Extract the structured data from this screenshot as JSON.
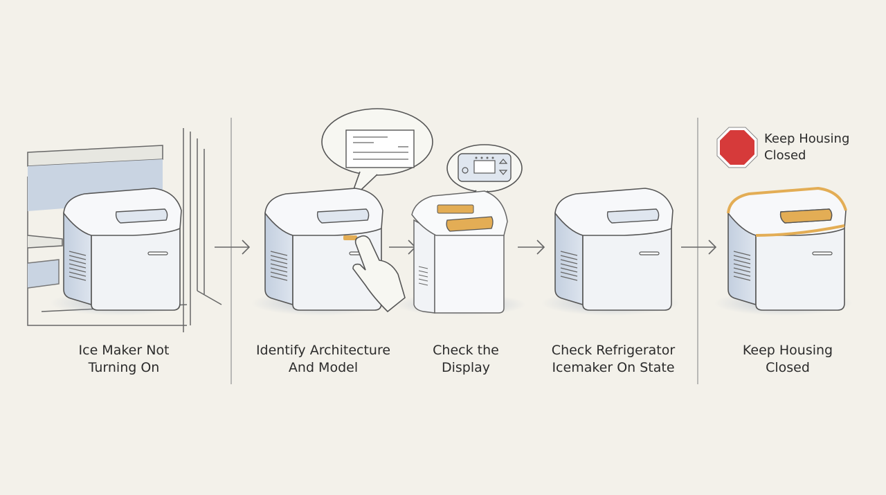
{
  "steps": [
    {
      "line1": "Ice Maker Not",
      "line2": "Turning On"
    },
    {
      "line1": "Identify Architecture",
      "line2": "And Model"
    },
    {
      "line1": "Check the",
      "line2": "Display"
    },
    {
      "line1": "Check Refrigerator",
      "line2": "Icemaker On State"
    },
    {
      "line1": "Keep Housing",
      "line2": "Closed"
    }
  ],
  "stop_sign": {
    "line1": "Keep Housing",
    "line2": "Closed",
    "color": "#d63a3a"
  },
  "colors": {
    "highlight": "#e3ad55",
    "line": "#555555",
    "body": "#eef0f3",
    "shade": "#c9d4e2"
  },
  "icons": [
    "fridge-opening-icon",
    "ice-maker-icon",
    "finger-press-icon",
    "model-label-icon",
    "control-panel-icon",
    "arrow-right-icon",
    "stop-sign-icon"
  ]
}
